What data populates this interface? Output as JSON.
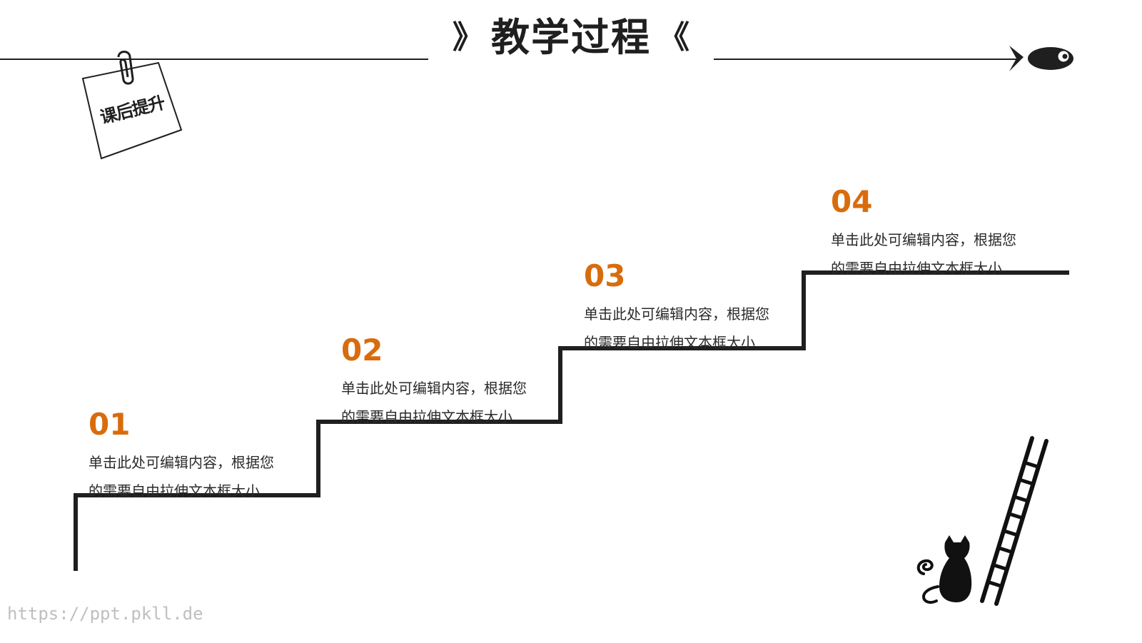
{
  "slide": {
    "title": "教学过程",
    "title_left_mark": "》",
    "title_right_mark": "《",
    "note_label": "课后提升"
  },
  "steps": [
    {
      "number": "01",
      "line1": "单击此处可编辑内容，根据您",
      "line2": "的需要自由拉伸文本框大小"
    },
    {
      "number": "02",
      "line1": "单击此处可编辑内容，根据您",
      "line2": "的需要自由拉伸文本框大小"
    },
    {
      "number": "03",
      "line1": "单击此处可编辑内容，根据您",
      "line2": "的需要自由拉伸文本框大小"
    },
    {
      "number": "04",
      "line1": "单击此处可编辑内容，根据您",
      "line2": "的需要自由拉伸文本框大小"
    }
  ],
  "watermark": "https://ppt.pkll.de",
  "icons": {
    "fish": "fish-icon",
    "paperclip": "paperclip-icon",
    "cat": "cat-icon",
    "ladder": "ladder-icon"
  },
  "colors": {
    "accent": "#d86c0d",
    "text": "#1f1f1f",
    "muted": "#bfbfbf"
  }
}
